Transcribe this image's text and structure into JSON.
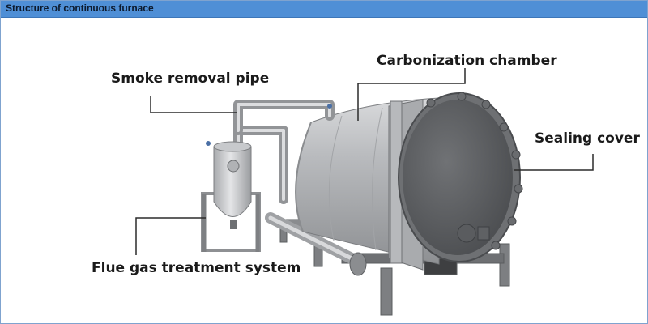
{
  "header": {
    "title": "Structure of continuous furnace"
  },
  "labels": {
    "smoke_pipe": "Smoke removal pipe",
    "carbonization": "Carbonization chamber",
    "sealing_cover": "Sealing cover",
    "flue_gas": "Flue gas treatment system"
  }
}
